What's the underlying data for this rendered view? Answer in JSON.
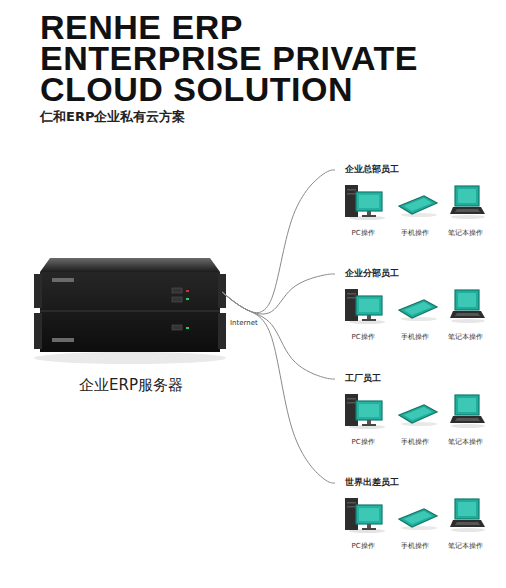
{
  "diagram": {
    "title": "RENHE ERP ENTERPRISE PRIVATE CLOUD SOLUTION",
    "nodes": [
      {
        "text": [
          "企业ERP服务器"
        ]
      },
      {
        "text": [
          "企业总部员工"
        ]
      },
      {
        "text": [
          "PC操作"
        ],
        "in": 1
      },
      {
        "text": [
          "手机操作"
        ],
        "in": 1
      },
      {
        "text": [
          "笔记本操作"
        ],
        "in": 1
      },
      {
        "text": [
          "企业分部员工"
        ]
      },
      {
        "text": [
          "PC操作"
        ],
        "in": 5
      },
      {
        "text": [
          "手机操作"
        ],
        "in": 5
      },
      {
        "text": [
          "笔记本操作"
        ],
        "in": 5
      },
      {
        "text": [
          "工厂员工"
        ]
      },
      {
        "text": [
          "PC操作"
        ],
        "in": 9
      },
      {
        "text": [
          "手机操作"
        ],
        "in": 9
      },
      {
        "text": [
          "笔记本操作"
        ],
        "in": 9
      },
      {
        "text": [
          "世界出差员工"
        ]
      },
      {
        "text": [
          "PC操作"
        ],
        "in": 13
      },
      {
        "text": [
          "手机操作"
        ],
        "in": 13
      },
      {
        "text": [
          "笔记本操作"
        ],
        "in": 13
      }
    ],
    "edges": [
      {
        "from": 0,
        "to": 1,
        "arrow": "none"
      },
      {
        "from": 0,
        "to": 5,
        "arrow": "none"
      },
      {
        "from": 0,
        "to": 9,
        "arrow": "none"
      },
      {
        "from": 0,
        "to": 13,
        "arrow": "none"
      }
    ],
    "labels": [
      "仁和ERP企业私有云方案",
      "Internet"
    ]
  }
}
